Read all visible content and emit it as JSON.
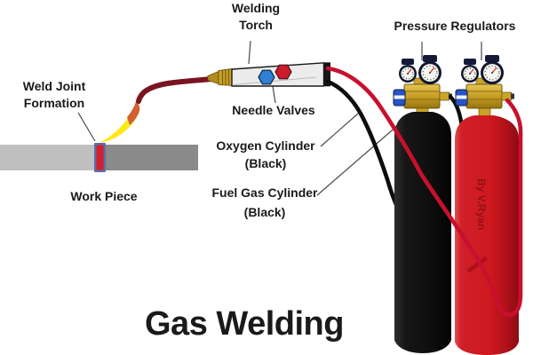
{
  "title": "Gas Welding",
  "labels": {
    "welding_torch_1": "Welding",
    "welding_torch_2": "Torch",
    "pressure_regulators": "Pressure Regulators",
    "weld_joint_1": "Weld Joint",
    "weld_joint_2": "Formation",
    "needle_valves": "Needle Valves",
    "oxygen_cylinder_1": "Oxygen Cylinder",
    "oxygen_cylinder_2": "(Black)",
    "fuel_gas_cylinder_1": "Fuel Gas Cylinder",
    "fuel_gas_cylinder_2": "(Black)",
    "work_piece": "Work Piece",
    "watermark": "By V.Ryan"
  },
  "colors": {
    "text": "#1a1a1a",
    "leader_line": "#4a4a4a",
    "cylinder_black": "#131313",
    "cylinder_red": "#cf1820",
    "hose_red": "#c8102e",
    "hose_black": "#0d0d0d",
    "brass": "#c9a227",
    "torch_body": "#ececec",
    "neck_maroon": "#7a1420",
    "flame_yellow": "#ffe818",
    "flame_orange": "#d2622f",
    "valve_blue": "#2f7fd6",
    "valve_red": "#cc1b2b",
    "knob_blue": "#2753c9",
    "workpiece_light": "#c0c0c0",
    "workpiece_dark": "#8a8a8a",
    "weld_red": "#d41f2c",
    "weld_border": "#5a6fa5",
    "watermark_text": "#8f1016"
  }
}
